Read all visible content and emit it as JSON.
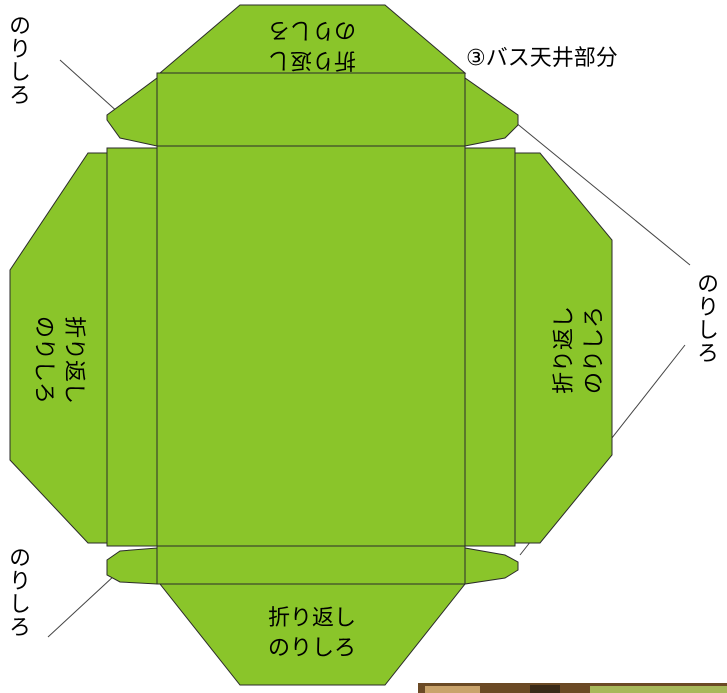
{
  "title": "③バス天井部分",
  "colors": {
    "panel": "#8ac52a",
    "stroke": "#2a2a2a"
  },
  "glue_label": "のりしろ",
  "panels": {
    "top": {
      "line1": "折り返し",
      "line2": "のりしろ"
    },
    "bottom": {
      "line1": "折り返し",
      "line2": "のりしろ"
    },
    "left": {
      "line1": "折り返し",
      "line2": "のりしろ"
    },
    "right": {
      "line1": "折り返し",
      "line2": "のりしろ"
    }
  }
}
